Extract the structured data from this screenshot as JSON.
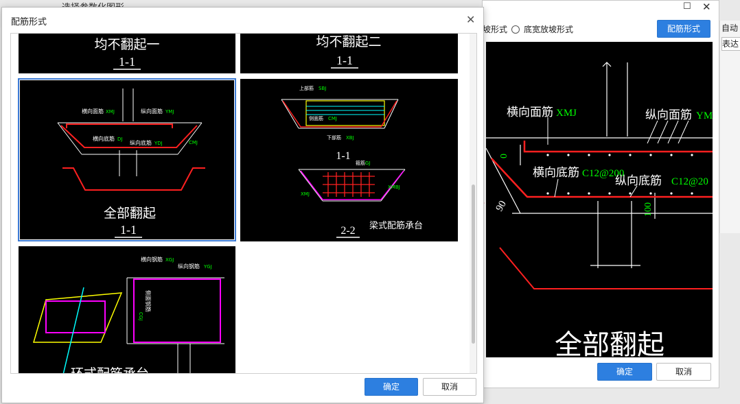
{
  "background": {
    "title": "选择参数化图形"
  },
  "right_window": {
    "option_1": "坡形式",
    "option_2": "底宽放坡形式",
    "rebar_button": "配筋形式",
    "ok_label": "确定",
    "cancel_label": "取消",
    "edge_labels": [
      "自动",
      "表达"
    ],
    "preview": {
      "label_xmj": "横向面筋",
      "label_xmj_code": "XMJ",
      "label_ymj": "纵向面筋",
      "label_ymj_code": "YMJ",
      "label_xdj": "横向底筋",
      "label_xdj_code": "C12@200",
      "label_ydj": "纵向底筋",
      "label_ydj_code": "C12@20",
      "dim_zero": "0",
      "dim_angle": "90",
      "dim_100": "100",
      "caption": "全部翻起"
    }
  },
  "dialog": {
    "title": "配筋形式",
    "ok_label": "确定",
    "cancel_label": "取消",
    "thumbs": [
      {
        "name": "均不翻起一",
        "section": "1-1"
      },
      {
        "name": "均不翻起二",
        "section": "1-1"
      },
      {
        "name": "全部翻起",
        "section": "1-1",
        "labels": {
          "xmj": "横向面筋",
          "xmj_code": "XMJ",
          "ymj": "纵向面筋",
          "ymj_code": "YMJ",
          "xdj": "横向底筋",
          "xdj_code": "DJ",
          "ydj": "纵向底筋",
          "ydj_code": "YDJ",
          "cmj": "CMJ"
        }
      },
      {
        "name": "梁式配筋承台",
        "section_top": "1-1",
        "section_bottom": "2-2",
        "labels": {
          "top": "上部筋",
          "top_code": "SBJ",
          "side": "侧面筋",
          "side_code": "CMJ",
          "bottom": "下部筋",
          "bottom_code": "XBJ",
          "gu": "箍筋",
          "gu_code": "GJ",
          "xmj": "XMJ",
          "xmbj": "XMBJ"
        }
      },
      {
        "name": "环式配筋承台",
        "labels": {
          "xgj": "横向钢筋",
          "xgj_code": "XGJ",
          "ygj": "纵向钢筋",
          "ygj_code": "YGJ",
          "side": "侧面钢筋",
          "side_code": "CGJ"
        }
      }
    ]
  }
}
